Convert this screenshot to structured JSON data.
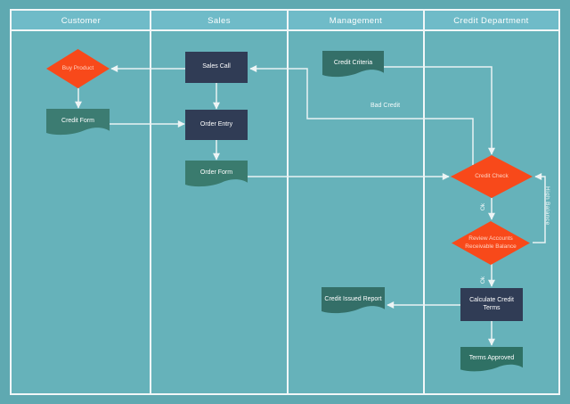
{
  "diagram": {
    "type": "swimlane-flowchart",
    "lanes": [
      {
        "label": "Customer"
      },
      {
        "label": "Sales"
      },
      {
        "label": "Management"
      },
      {
        "label": "Credit Department"
      }
    ],
    "nodes": [
      {
        "id": "buy-product",
        "label": "Buy Product",
        "type": "decision",
        "lane": "Customer",
        "fill": "#F8491A"
      },
      {
        "id": "credit-form",
        "label": "Credit Form",
        "type": "document",
        "lane": "Customer",
        "fill": "#3C7C72"
      },
      {
        "id": "sales-call",
        "label": "Sales Call",
        "type": "process",
        "lane": "Sales",
        "fill": "#303C55"
      },
      {
        "id": "order-entry",
        "label": "Order Entry",
        "type": "process",
        "lane": "Sales",
        "fill": "#303C55"
      },
      {
        "id": "order-form",
        "label": "Order Form",
        "type": "document",
        "lane": "Sales",
        "fill": "#3A7B6E"
      },
      {
        "id": "credit-criteria",
        "label": "Credit Criteria",
        "type": "document",
        "lane": "Management",
        "fill": "#346F68"
      },
      {
        "id": "credit-check",
        "label": "Credit Check",
        "type": "decision",
        "lane": "Credit Department",
        "fill": "#F8491A"
      },
      {
        "id": "review-accounts-receivable-balance",
        "label": "Review Accounts Receivable Balance",
        "type": "decision",
        "lane": "Credit Department",
        "fill": "#F8491A"
      },
      {
        "id": "calculate-credit-terms",
        "label": "Calculate Credit Terms",
        "type": "process",
        "lane": "Credit Department",
        "fill": "#303C55"
      },
      {
        "id": "credit-issued-report",
        "label": "Credit Issued Report",
        "type": "document",
        "lane": "Management",
        "fill": "#346F68"
      },
      {
        "id": "terms-approved",
        "label": "Terms Approved",
        "type": "document",
        "lane": "Credit Department",
        "fill": "#2F7165"
      }
    ],
    "connections": [
      {
        "from": "sales-call",
        "to": "buy-product",
        "label": ""
      },
      {
        "from": "buy-product",
        "to": "credit-form",
        "label": ""
      },
      {
        "from": "credit-form",
        "to": "order-entry",
        "label": ""
      },
      {
        "from": "sales-call",
        "to": "order-entry",
        "label": ""
      },
      {
        "from": "order-entry",
        "to": "order-form",
        "label": ""
      },
      {
        "from": "order-form",
        "to": "credit-check",
        "label": ""
      },
      {
        "from": "credit-criteria",
        "to": "credit-check",
        "label": ""
      },
      {
        "from": "credit-check",
        "to": "sales-call",
        "label": "Bad Credit"
      },
      {
        "from": "credit-check",
        "to": "review-accounts-receivable-balance",
        "label": "Ok"
      },
      {
        "from": "review-accounts-receivable-balance",
        "to": "credit-check",
        "label": "High Balance"
      },
      {
        "from": "review-accounts-receivable-balance",
        "to": "calculate-credit-terms",
        "label": "Ok"
      },
      {
        "from": "calculate-credit-terms",
        "to": "credit-issued-report",
        "label": ""
      },
      {
        "from": "calculate-credit-terms",
        "to": "terms-approved",
        "label": ""
      }
    ],
    "colors": {
      "canvas_background": "#5FA9B1",
      "lane_fill": "#66B2BA",
      "lane_header_fill": "#6FBBC8",
      "lane_border": "#F2F7F8",
      "process_fill": "#303C55",
      "decision_fill": "#F8491A",
      "document_fill": "#346F68",
      "connector": "#E9F2F3",
      "label_text": "#FFFFFF",
      "decision_text": "#FFD3C2"
    }
  }
}
